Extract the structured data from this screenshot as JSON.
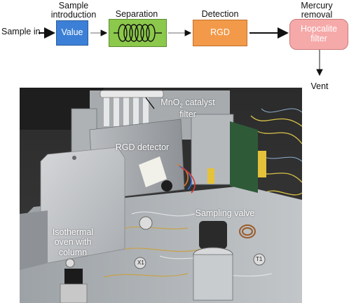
{
  "flow": {
    "input_label": "Sample in",
    "output_label": "Vent",
    "stages": [
      {
        "heading": "Sample introduction",
        "box_text": "Value",
        "color": "#3c7fd6"
      },
      {
        "heading": "Separation",
        "box_text": "",
        "color": "#8cc84b"
      },
      {
        "heading": "Detection",
        "box_text": "RGD",
        "color": "#f39a4a"
      },
      {
        "heading": "Mercury removal",
        "box_text": "Hopcalite filter",
        "color": "#f6a9a9"
      }
    ]
  },
  "photo": {
    "labels": {
      "catalyst_main": "MnO",
      "catalyst_sub": "2",
      "catalyst_rest": " catalyst",
      "catalyst_line2": "filter",
      "detector": "RGD detector",
      "valve": "Sampling valve",
      "oven": "Isothermal oven with column"
    },
    "valve_marks": [
      "X1",
      "T1"
    ]
  }
}
